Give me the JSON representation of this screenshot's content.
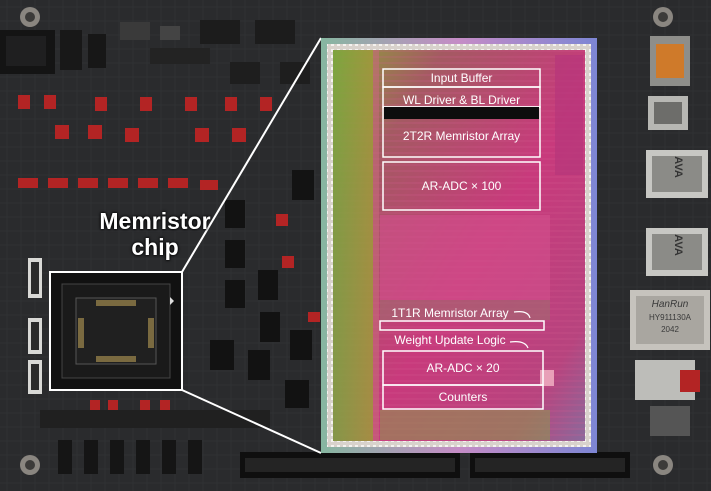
{
  "callout": {
    "chip_label": "Memristor chip"
  },
  "die_blocks": {
    "input_buffer": "Input Buffer",
    "wl_bl_driver": "WL Driver & BL Driver",
    "array_2t2r": "2T2R Memristor Array",
    "adc_100": "AR-ADC × 100",
    "array_1t1r": "1T1R Memristor Array",
    "weight_update": "Weight Update Logic",
    "adc_20": "AR-ADC × 20",
    "counters": "Counters"
  },
  "board_markings": {
    "jack_1": "AVA",
    "jack_2": "AVA",
    "magjack_brand": "HanRun",
    "magjack_part": "HY911130A",
    "magjack_code": "2042"
  },
  "colors": {
    "pcb": "#2b2c2e",
    "die_magenta": "#c23a7a",
    "die_green": "#7da03c",
    "label_outline": "#ffffff"
  }
}
